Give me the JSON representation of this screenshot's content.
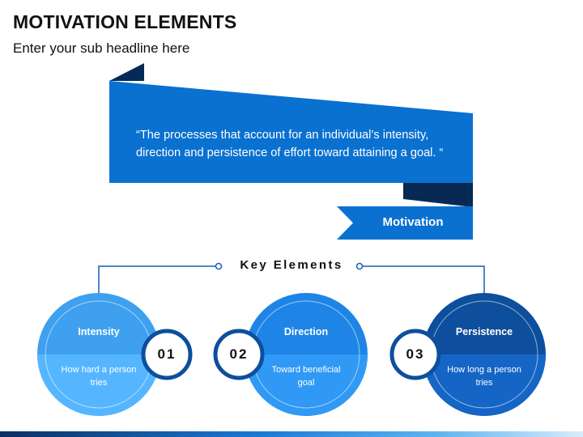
{
  "header": {
    "title": "MOTIVATION ELEMENTS",
    "subtitle": "Enter your sub headline here"
  },
  "banner": {
    "quote": "“The processes that account for an individual’s intensity, direction and persistence of effort toward attaining a goal. “",
    "tag": "Motivation"
  },
  "key_elements": {
    "heading": "Key Elements",
    "items": [
      {
        "title": "Intensity",
        "description": "How hard a person tries",
        "number": "01"
      },
      {
        "title": "Direction",
        "description": "Toward beneficial goal",
        "number": "02"
      },
      {
        "title": "Persistence",
        "description": "How long a person tries",
        "number": "03"
      }
    ]
  },
  "colors": {
    "banner": "#0a71d0",
    "banner_fold": "#062a55",
    "circle_1": "#3fa0f0",
    "circle_2": "#1e85e6",
    "circle_3": "#0d4f9c",
    "connector": "#1560b3"
  }
}
